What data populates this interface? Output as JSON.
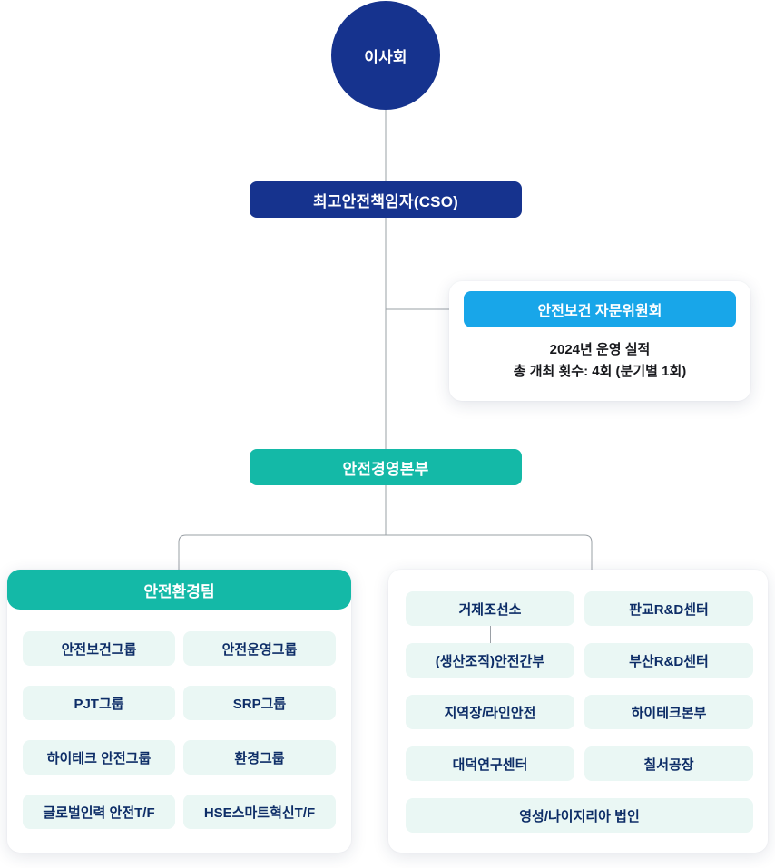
{
  "board": {
    "label": "이사회"
  },
  "cso": {
    "label": "최고안전책임자(CSO)"
  },
  "advisory": {
    "title": "안전보건 자문위원회",
    "body_line1": "2024년 운영 실적",
    "body_line2": "총 개최 횟수: 4회 (분기별 1회)"
  },
  "division": {
    "label": "안전경영본부"
  },
  "safety_env_team": {
    "title": "안전환경팀",
    "items": [
      "안전보건그룹",
      "안전운영그룹",
      "PJT그룹",
      "SRP그룹",
      "하이테크 안전그룹",
      "환경그룹",
      "글로벌인력 안전T/F",
      "HSE스마트혁신T/F"
    ]
  },
  "sites": {
    "left_items": [
      "거제조선소",
      "(생산조직)안전간부",
      "지역장/라인안전",
      "대덕연구센터"
    ],
    "right_items": [
      "판교R&D센터",
      "부산R&D센터",
      "하이테크본부",
      "칠서공장"
    ],
    "bottom_item": "영성/나이지리아 법인"
  },
  "colors": {
    "navy": "#16338e",
    "sky_blue": "#18a6e9",
    "teal": "#14b9a7",
    "mint_pill": "#eaf7f4",
    "pill_text": "#0d2d67",
    "connector_gray": "#9aa0a6"
  }
}
